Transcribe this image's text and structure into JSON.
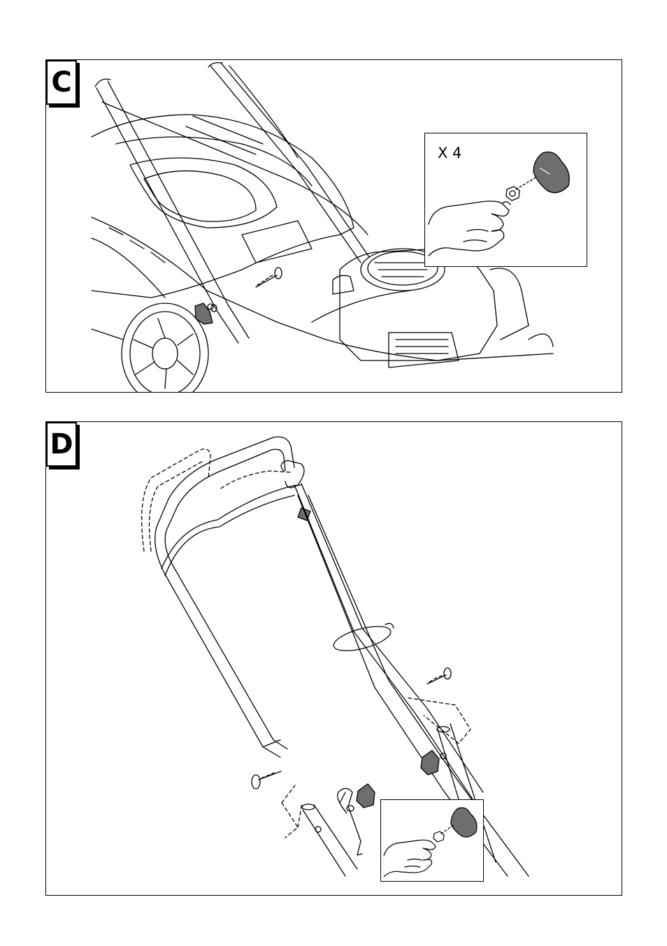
{
  "panels": {
    "c": {
      "letter": "C",
      "inset_quantity": "X 4"
    },
    "d": {
      "letter": "D"
    }
  },
  "colors": {
    "line": "#000000",
    "knob_fill": "#6e6e6e",
    "background": "#ffffff"
  },
  "icons": {
    "knob": "star-knob-icon",
    "bolt": "carriage-bolt-icon",
    "nut": "hex-nut-icon",
    "hand": "hand-icon"
  }
}
